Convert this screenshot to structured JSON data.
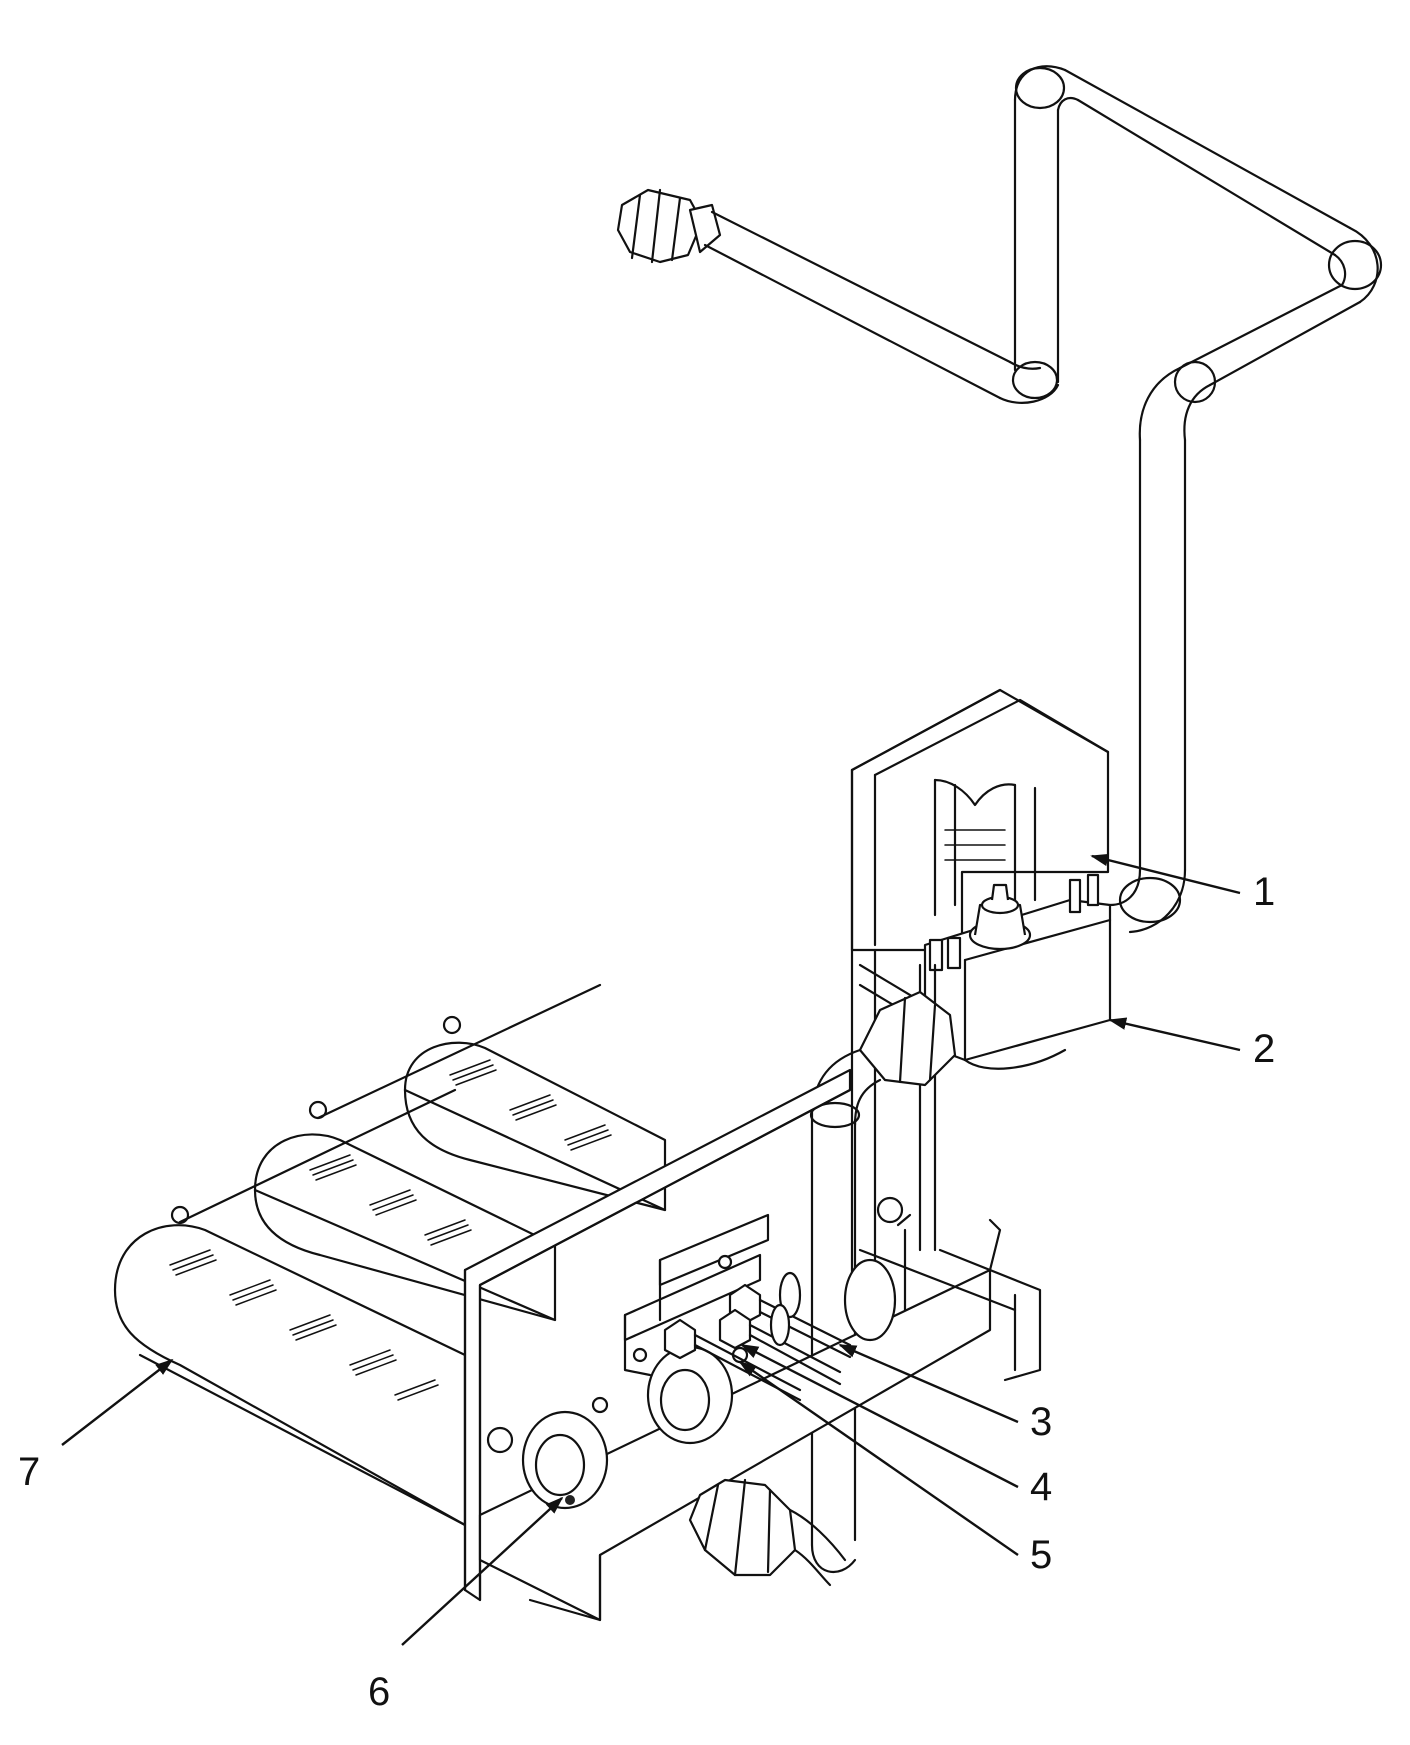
{
  "diagram": {
    "callouts": [
      {
        "id": "1",
        "label": "1"
      },
      {
        "id": "2",
        "label": "2"
      },
      {
        "id": "3",
        "label": "3"
      },
      {
        "id": "4",
        "label": "4"
      },
      {
        "id": "5",
        "label": "5"
      },
      {
        "id": "6",
        "label": "6"
      },
      {
        "id": "7",
        "label": "7"
      }
    ],
    "colors": {
      "line": "#111111",
      "background": "#ffffff"
    }
  }
}
